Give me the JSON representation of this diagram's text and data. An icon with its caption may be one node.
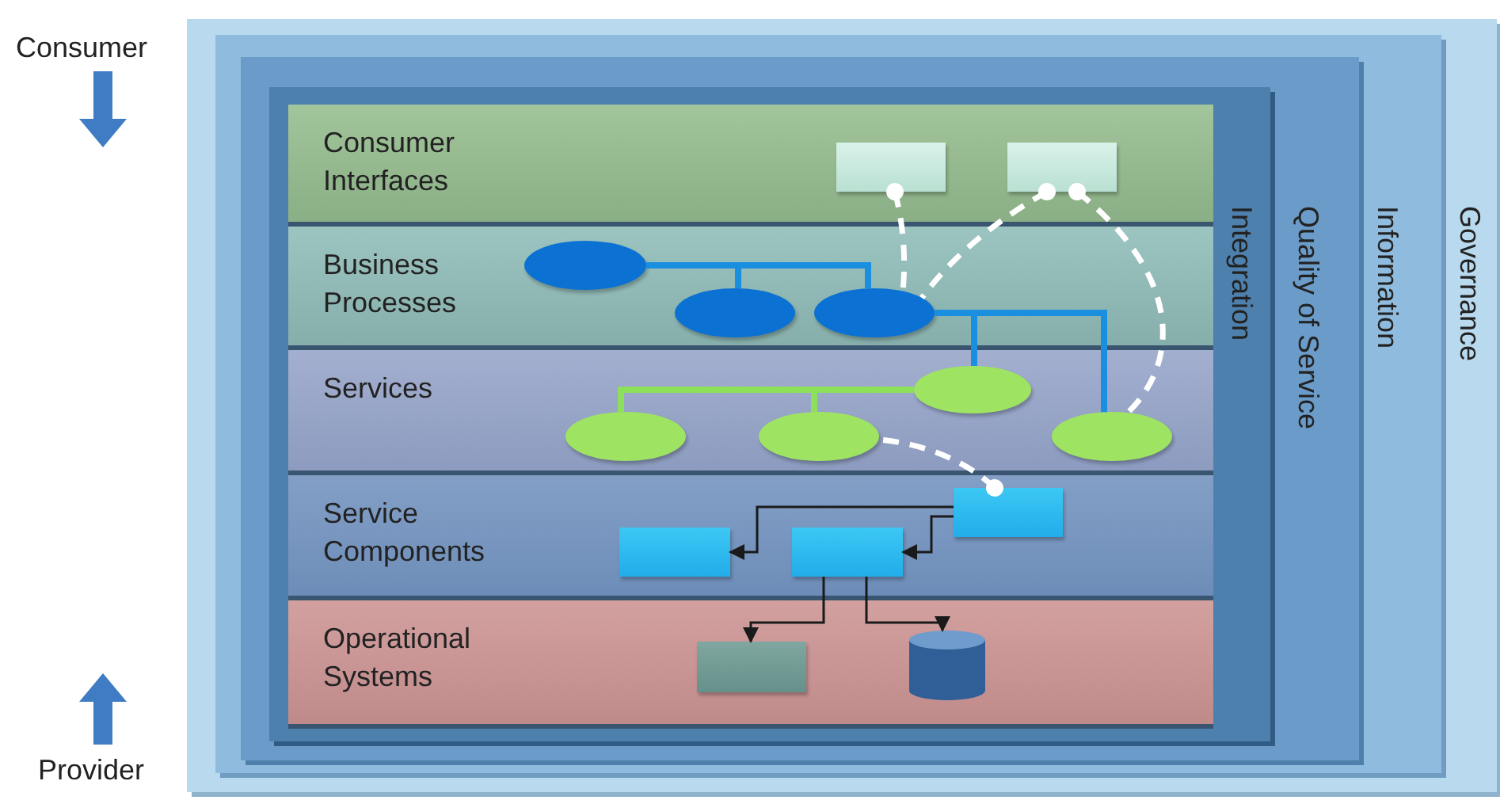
{
  "diagram": {
    "nodes": [
      {
        "text": [
          "Governance"
        ]
      },
      {
        "text": [
          "Information"
        ],
        "in": 0
      },
      {
        "text": [
          "Quality of Service"
        ],
        "in": 1
      },
      {
        "text": [
          "Integration"
        ],
        "in": 2
      },
      {
        "text": [
          "Consumer Interfaces"
        ],
        "in": 3
      },
      {
        "text": [
          "Business Processes"
        ],
        "in": 3
      },
      {
        "text": [
          "Services"
        ],
        "in": 3
      },
      {
        "text": [
          "Service Components"
        ],
        "in": 3
      },
      {
        "text": [
          "Operational Systems"
        ],
        "in": 3
      },
      {
        "text": [],
        "shape": "box",
        "in": 4
      },
      {
        "text": [],
        "shape": "box",
        "in": 4
      },
      {
        "text": [],
        "shape": "ellipse",
        "in": 5
      },
      {
        "text": [],
        "shape": "ellipse",
        "in": 5
      },
      {
        "text": [],
        "shape": "ellipse",
        "in": 5
      },
      {
        "text": [],
        "shape": "ellipse",
        "in": 6
      },
      {
        "text": [],
        "shape": "ellipse",
        "in": 6
      },
      {
        "text": [],
        "shape": "ellipse",
        "in": 6
      },
      {
        "text": [],
        "shape": "ellipse",
        "in": 6
      },
      {
        "text": [],
        "shape": "box",
        "in": 7
      },
      {
        "text": [],
        "shape": "box",
        "in": 7
      },
      {
        "text": [],
        "shape": "box",
        "in": 7
      },
      {
        "text": [],
        "shape": "box",
        "in": 8
      },
      {
        "text": [],
        "shape": "cylinder",
        "in": 8
      }
    ],
    "edges": [
      {
        "from": 11,
        "to": 12,
        "arrow": "none",
        "color": "#1a8fe0"
      },
      {
        "from": 11,
        "to": 13,
        "arrow": "none",
        "color": "#1a8fe0"
      },
      {
        "from": 13,
        "to": 14,
        "arrow": "none",
        "color": "#1a8fe0"
      },
      {
        "from": 13,
        "to": 17,
        "arrow": "none",
        "color": "#1a8fe0"
      },
      {
        "from": 14,
        "to": 15,
        "arrow": "none",
        "color": "#8de05a"
      },
      {
        "from": 14,
        "to": 16,
        "arrow": "none",
        "color": "#8de05a"
      },
      {
        "from": 9,
        "to": 13,
        "arrow": "other",
        "style": "dashed",
        "color": "#ffffff"
      },
      {
        "from": 10,
        "to": 13,
        "arrow": "other",
        "style": "dashed",
        "color": "#ffffff"
      },
      {
        "from": 10,
        "to": 17,
        "arrow": "other",
        "style": "dashed",
        "color": "#ffffff"
      },
      {
        "from": 18,
        "to": 16,
        "arrow": "other",
        "style": "dashed",
        "color": "#ffffff"
      },
      {
        "from": 18,
        "to": 19,
        "arrow": "to",
        "color": "#1a1a1a"
      },
      {
        "from": 18,
        "to": 20,
        "arrow": "to",
        "color": "#1a1a1a"
      },
      {
        "from": 20,
        "to": 21,
        "arrow": "to",
        "color": "#1a1a1a"
      },
      {
        "from": 20,
        "to": 22,
        "arrow": "to",
        "color": "#1a1a1a"
      }
    ],
    "labels": [
      "Consumer",
      "Provider"
    ]
  }
}
